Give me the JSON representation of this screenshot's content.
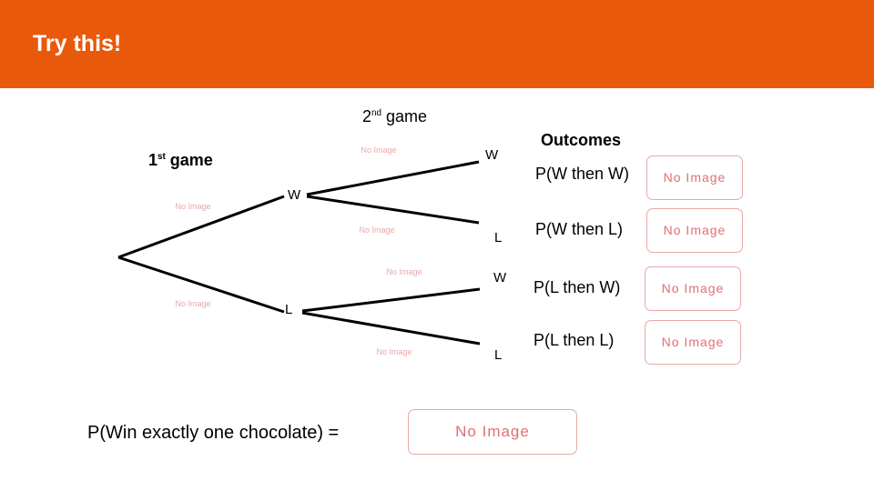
{
  "header": {
    "title": "Try this!",
    "bg_color": "#e8590c"
  },
  "labels": {
    "game2_prefix": "2",
    "game2_sup": "nd",
    "game2_suffix": " game",
    "game1_prefix": "1",
    "game1_sup": "st",
    "game1_suffix": " game",
    "outcomes_heading": "Outcomes"
  },
  "tree": {
    "first_branches": [
      "W",
      "L"
    ],
    "second_branches": [
      "W",
      "L",
      "W",
      "L"
    ]
  },
  "outcomes": [
    {
      "text": "P(W then W)",
      "image_text": "No Image"
    },
    {
      "text": "P(W then L)",
      "image_text": "No Image"
    },
    {
      "text": "P(L then W)",
      "image_text": "No Image"
    },
    {
      "text": "P(L then L)",
      "image_text": "No Image"
    }
  ],
  "placeholder_text": "No Image",
  "question": {
    "text": "P(Win exactly one chocolate) =",
    "image_text": "No Image"
  }
}
